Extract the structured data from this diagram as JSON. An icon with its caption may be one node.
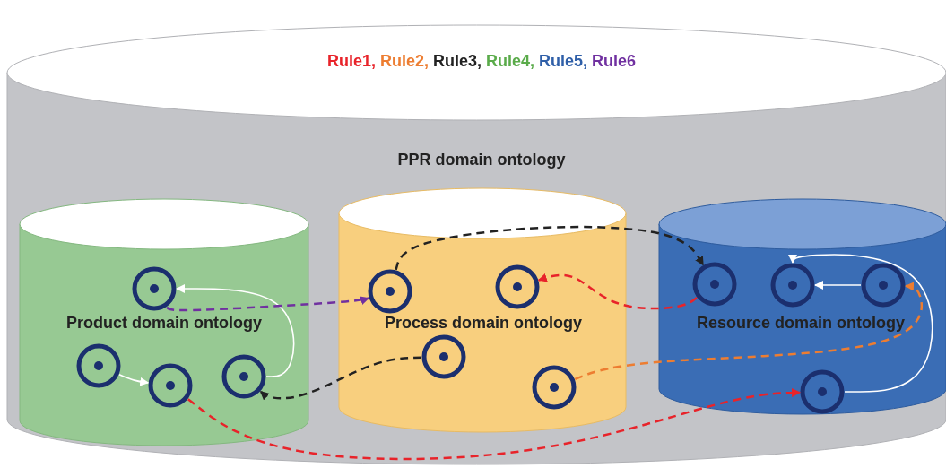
{
  "diagram": {
    "nodes": [
      {
        "text": [
          "PPR domain ontology"
        ]
      },
      {
        "text": [
          "Product domain ontology"
        ],
        "in": 0
      },
      {
        "text": [
          "Process domain ontology"
        ],
        "in": 0
      },
      {
        "text": [
          "Resource domain ontology"
        ],
        "in": 0
      },
      {
        "text": [],
        "shape": "circle",
        "in": 1
      },
      {
        "text": [],
        "shape": "circle",
        "in": 1
      },
      {
        "text": [],
        "shape": "circle",
        "in": 1
      },
      {
        "text": [],
        "shape": "circle",
        "in": 1
      },
      {
        "text": [],
        "shape": "circle",
        "in": 2
      },
      {
        "text": [],
        "shape": "circle",
        "in": 2
      },
      {
        "text": [],
        "shape": "circle",
        "in": 2
      },
      {
        "text": [],
        "shape": "circle",
        "in": 2
      },
      {
        "text": [],
        "shape": "circle",
        "in": 3
      },
      {
        "text": [],
        "shape": "circle",
        "in": 3
      },
      {
        "text": [],
        "shape": "circle",
        "in": 3
      },
      {
        "text": [],
        "shape": "circle",
        "in": 3
      }
    ],
    "edges": [
      {
        "from": 5,
        "to": 6,
        "arrow": "to",
        "color": "#ffffff"
      },
      {
        "from": 7,
        "to": 4,
        "arrow": "to",
        "color": "#ffffff"
      },
      {
        "from": 4,
        "to": 8,
        "arrow": "to",
        "style": "dashed",
        "color": "#7030a0"
      },
      {
        "from": 10,
        "to": 7,
        "arrow": "to",
        "style": "dashed",
        "color": "#222222"
      },
      {
        "from": 8,
        "to": 12,
        "arrow": "to",
        "style": "dashed",
        "color": "#222222"
      },
      {
        "from": 12,
        "to": 9,
        "arrow": "to",
        "style": "dashed",
        "color": "#e8232a"
      },
      {
        "from": 6,
        "to": 15,
        "arrow": "to",
        "style": "dashed",
        "color": "#e8232a"
      },
      {
        "from": 11,
        "to": 14,
        "arrow": "to",
        "style": "dashed",
        "color": "#ed7d31"
      },
      {
        "from": 14,
        "to": 13,
        "arrow": "to",
        "color": "#ffffff"
      },
      {
        "from": 15,
        "to": 13,
        "arrow": "to",
        "color": "#ffffff"
      }
    ],
    "labels": [
      "Rule1,",
      "Rule2,",
      "Rule3,",
      "Rule4,",
      "Rule5,",
      "Rule6"
    ]
  }
}
